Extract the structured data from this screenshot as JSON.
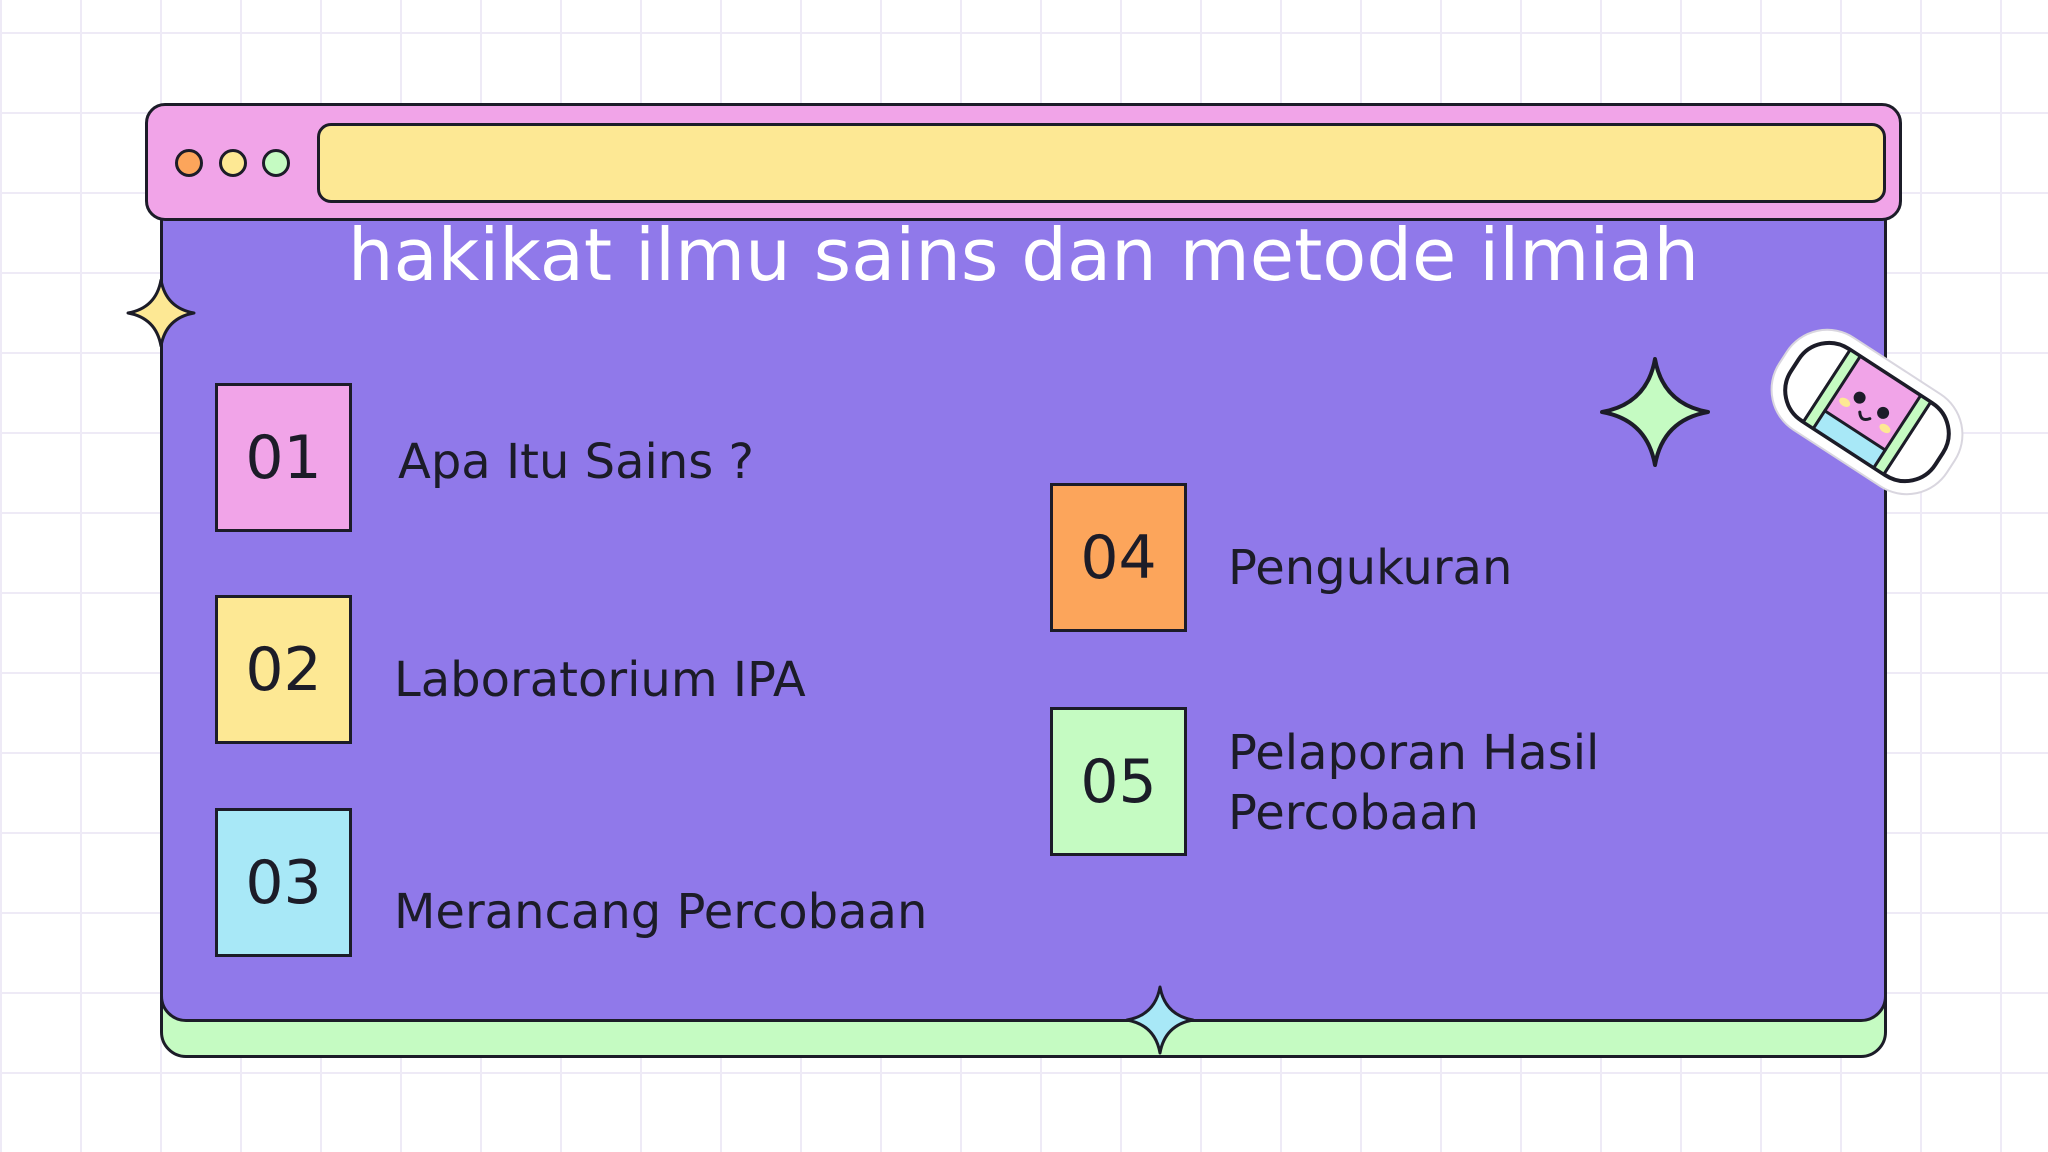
{
  "window": {
    "title": "hakikat ilmu sains dan metode ilmiah",
    "dots": [
      {
        "name": "window-dot-orange",
        "color": "#fca55b"
      },
      {
        "name": "window-dot-yellow",
        "color": "#fde894"
      },
      {
        "name": "window-dot-green",
        "color": "#c5fbc2"
      }
    ],
    "colors": {
      "titlebar": "#f1a4e8",
      "urlbar": "#fde894",
      "body": "#9079ea",
      "shadow": "#c5fbc2"
    }
  },
  "items": [
    {
      "number": "01",
      "label": "Apa Itu Sains ?",
      "color": "#f1a4e8"
    },
    {
      "number": "02",
      "label": "Laboratorium IPA",
      "color": "#fde894"
    },
    {
      "number": "03",
      "label": "Merancang Percobaan",
      "color": "#a8e8f7"
    },
    {
      "number": "04",
      "label": "Pengukuran",
      "color": "#fca55b"
    },
    {
      "number": "05",
      "label_line1": "Pelaporan Hasil",
      "label_line2": "Percobaan",
      "color": "#c5fbc2"
    }
  ],
  "decorations": {
    "sparkle_icons": [
      "sparkle-icon-yellow",
      "sparkle-icon-green",
      "sparkle-icon-blue"
    ],
    "sticker_icon": "eraser-face-sticker-icon"
  }
}
